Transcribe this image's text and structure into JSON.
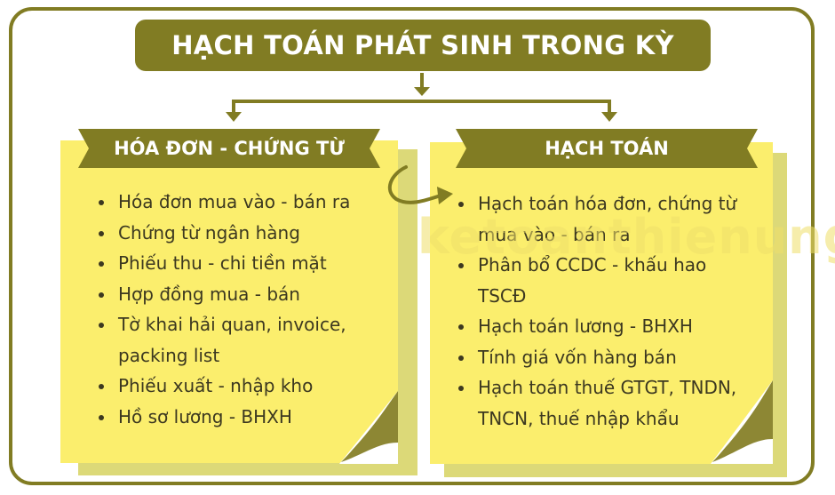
{
  "title": "HẠCH TOÁN PHÁT SINH TRONG KỲ",
  "left_card": {
    "heading": "HÓA ĐƠN - CHỨNG TỪ",
    "items": [
      "Hóa đơn mua vào - bán ra",
      "Chứng từ ngân hàng",
      "Phiếu thu - chi tiền mặt",
      "Hợp đồng mua - bán",
      "Tờ khai hải quan, invoice,\npacking list",
      "Phiếu xuất - nhập kho",
      "Hồ sơ lương - BHXH"
    ]
  },
  "right_card": {
    "heading": "HẠCH TOÁN",
    "items": [
      "Hạch toán hóa đơn, chứng từ\nmua vào - bán ra",
      "Phân bổ CCDC - khấu hao\nTSCĐ",
      "Hạch toán lương - BHXH",
      "Tính giá vốn hàng bán",
      "Hạch toán thuế GTGT, TNDN,\nTNCN, thuế nhập khẩu"
    ]
  },
  "watermark": "ketoanthienung",
  "colors": {
    "olive": "#817c23",
    "note_yellow": "#fbee6d",
    "note_shadow": "#dcd978",
    "text": "#3c3820"
  }
}
